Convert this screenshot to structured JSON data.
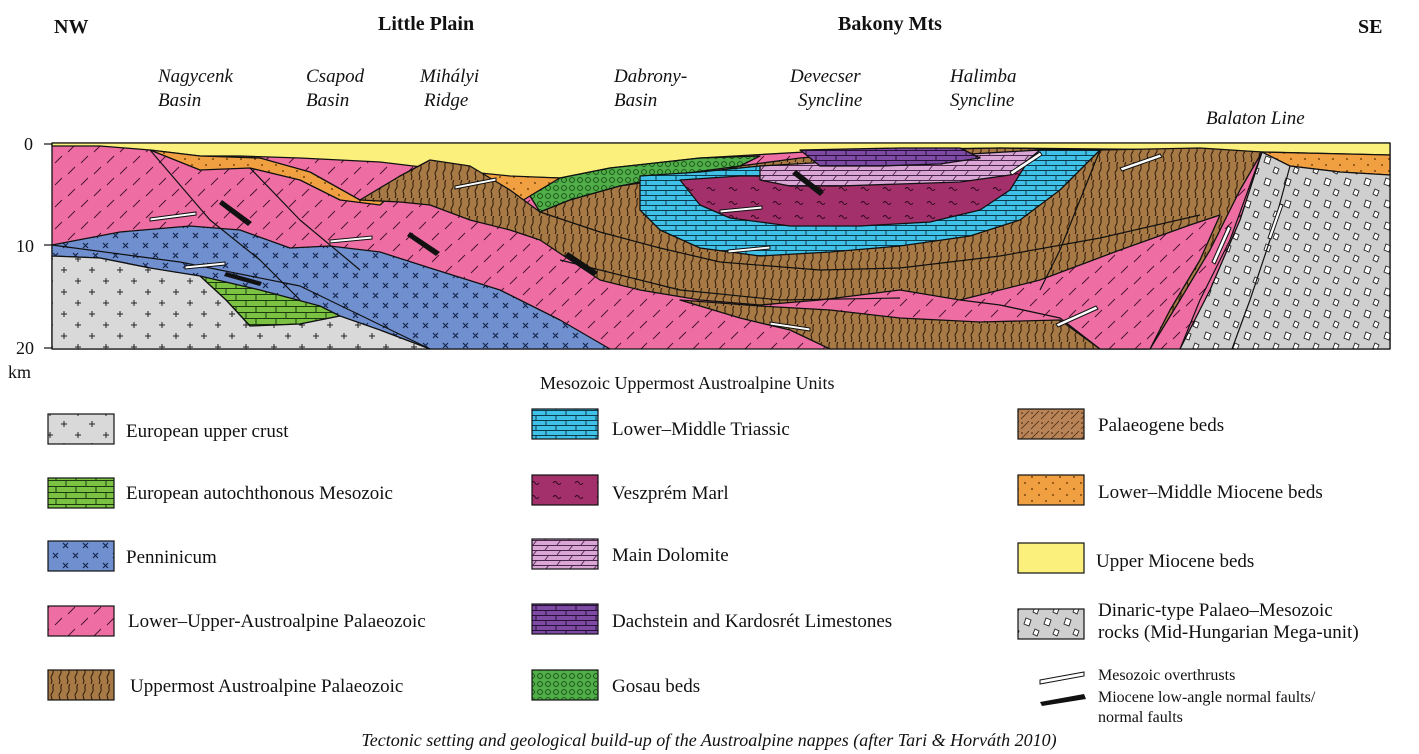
{
  "header": {
    "left": "NW",
    "right": "SE",
    "regions": [
      "Little Plain",
      "Bakony Mts"
    ],
    "structures": [
      {
        "line1": "Nagycenk",
        "line2": "Basin"
      },
      {
        "line1": "Csapod",
        "line2": "Basin"
      },
      {
        "line1": "Mihályi",
        "line2": "Ridge"
      },
      {
        "line1": "Dabrony-",
        "line2": "Basin"
      },
      {
        "line1": "Devecser",
        "line2": "Syncline"
      },
      {
        "line1": "Halimba",
        "line2": "Syncline"
      },
      {
        "line1": "Balaton Line",
        "line2": ""
      }
    ]
  },
  "depth_axis": {
    "ticks": [
      "0",
      "10",
      "20"
    ],
    "unit": "km"
  },
  "legend": {
    "heading": "Mesozoic Uppermost Austroalpine Units",
    "items": [
      {
        "label": "European upper crust",
        "pattern": "crust",
        "color": "#d9d9d9"
      },
      {
        "label": "European autochthonous Mesozoic",
        "pattern": "brick",
        "color": "#7cc242"
      },
      {
        "label": "Penninicum",
        "pattern": "cross",
        "color": "#6f8fcf"
      },
      {
        "label": "Lower–Upper-Austroalpine Palaeozoic",
        "pattern": "dash",
        "color": "#ee6ea3"
      },
      {
        "label": "Uppermost Austroalpine Palaeozoic",
        "pattern": "wave",
        "color": "#a77a45"
      },
      {
        "label": "Lower–Middle Triassic",
        "pattern": "brick",
        "color": "#3fc1e8"
      },
      {
        "label": "Veszprém Marl",
        "pattern": "wiggle",
        "color": "#a3306b"
      },
      {
        "label": "Main Dolomite",
        "pattern": "dolo",
        "color": "#d9a6d6"
      },
      {
        "label": "Dachstein and Kardosrét Limestones",
        "pattern": "brick",
        "color": "#7f4aa3"
      },
      {
        "label": "Gosau beds",
        "pattern": "circles",
        "color": "#4fae47"
      },
      {
        "label": "Palaeogene beds",
        "pattern": "dots",
        "color": "#b78357"
      },
      {
        "label": "Lower–Middle Miocene beds",
        "pattern": "dots",
        "color": "#f0a040"
      },
      {
        "label": "Upper Miocene beds",
        "pattern": "none",
        "color": "#fbf07c"
      },
      {
        "label": "Dinaric-type Palaeo–Mesozoic\nrocks (Mid-Hungarian Mega-unit)",
        "pattern": "rhomb",
        "color": "#cfcfcf"
      }
    ],
    "faults": [
      {
        "label": "Mesozoic overthrusts"
      },
      {
        "label": "Miocene low-angle normal faults/\nnormal faults"
      }
    ]
  },
  "caption": "Tectonic setting and geological build-up of the Austroalpine nappes (after Tari & Horváth 2010)",
  "colors": {
    "outline": "#111111",
    "crust": "#d9d9d9",
    "penninicum": "#6f8fcf",
    "lower_austroalpine": "#ee6ea3",
    "uppermost_palaeozoic": "#a77a45",
    "triassic": "#3fc1e8",
    "marl": "#a3306b",
    "dolomite": "#d9a6d6",
    "dachstein": "#7f4aa3",
    "gosau": "#4fae47",
    "miocene_lower": "#f0a040",
    "miocene_upper": "#fbf07c",
    "dinaric": "#cfcfcf",
    "european_mesozoic": "#7cc242"
  }
}
